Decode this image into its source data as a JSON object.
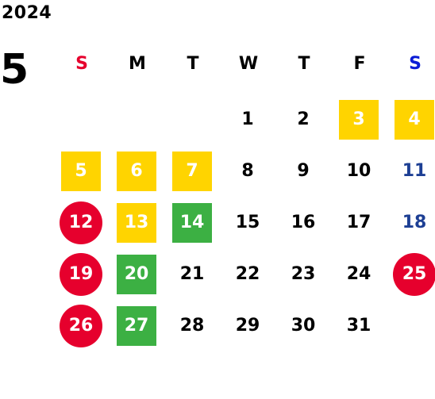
{
  "calendar": {
    "year": "2024",
    "month": "5",
    "weekdays": [
      {
        "label": "S",
        "color": "#e6002d"
      },
      {
        "label": "M",
        "color": "#000000"
      },
      {
        "label": "T",
        "color": "#000000"
      },
      {
        "label": "W",
        "color": "#000000"
      },
      {
        "label": "T",
        "color": "#000000"
      },
      {
        "label": "F",
        "color": "#000000"
      },
      {
        "label": "S",
        "color": "#0a1cd6"
      }
    ],
    "days": [
      {
        "date": "1",
        "style": "plain"
      },
      {
        "date": "2",
        "style": "plain"
      },
      {
        "date": "3",
        "style": "yellow"
      },
      {
        "date": "4",
        "style": "yellow"
      },
      {
        "date": "5",
        "style": "yellow"
      },
      {
        "date": "6",
        "style": "yellow"
      },
      {
        "date": "7",
        "style": "yellow"
      },
      {
        "date": "8",
        "style": "plain"
      },
      {
        "date": "9",
        "style": "plain"
      },
      {
        "date": "10",
        "style": "plain"
      },
      {
        "date": "11",
        "style": "blue"
      },
      {
        "date": "12",
        "style": "red"
      },
      {
        "date": "13",
        "style": "yellow"
      },
      {
        "date": "14",
        "style": "green"
      },
      {
        "date": "15",
        "style": "plain"
      },
      {
        "date": "16",
        "style": "plain"
      },
      {
        "date": "17",
        "style": "plain"
      },
      {
        "date": "18",
        "style": "blue"
      },
      {
        "date": "19",
        "style": "red"
      },
      {
        "date": "20",
        "style": "green"
      },
      {
        "date": "21",
        "style": "plain"
      },
      {
        "date": "22",
        "style": "plain"
      },
      {
        "date": "23",
        "style": "plain"
      },
      {
        "date": "24",
        "style": "plain"
      },
      {
        "date": "25",
        "style": "red"
      },
      {
        "date": "26",
        "style": "red"
      },
      {
        "date": "27",
        "style": "green"
      },
      {
        "date": "28",
        "style": "plain"
      },
      {
        "date": "29",
        "style": "plain"
      },
      {
        "date": "30",
        "style": "plain"
      },
      {
        "date": "31",
        "style": "plain"
      }
    ],
    "first_weekday_index": 3,
    "colors": {
      "yellow": "#ffd400",
      "green": "#3cb043",
      "red": "#e6002d",
      "saturday_blue": "#1d3f94",
      "sunday_header": "#e6002d",
      "saturday_header": "#0a1cd6"
    }
  }
}
